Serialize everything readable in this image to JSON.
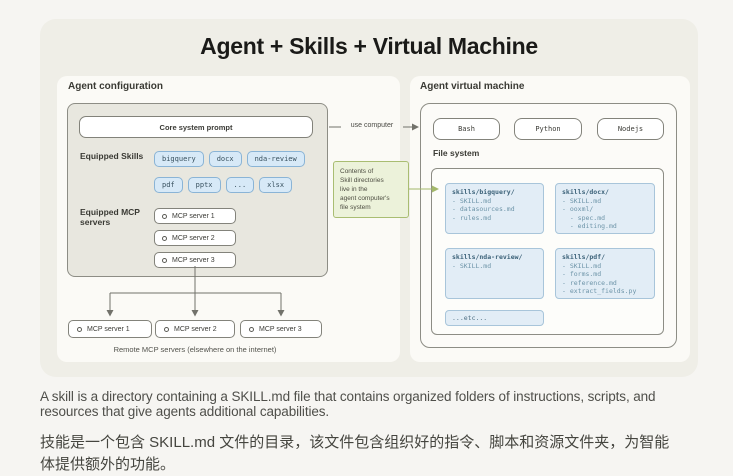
{
  "title": "Agent + Skills + Virtual Machine",
  "colors": {
    "page_bg": "#f6f5f2",
    "card_bg": "#efeee7",
    "panel_bg": "#fbfaf6",
    "chip_fill": "#d7e9f7",
    "chip_border": "#8ab4d6",
    "dir_card_fill": "#e2edf6",
    "dir_card_border": "#a8c5da",
    "note_fill": "#ecf2da",
    "note_border": "#a9bd72",
    "arrow_gray": "#72726b",
    "arrow_green": "#a3b86a"
  },
  "left_panel": {
    "label": "Agent configuration",
    "core_prompt": "Core system prompt",
    "skills_label": "Equipped Skills",
    "skills_row1": [
      "bigquery",
      "docx",
      "nda-review"
    ],
    "skills_row2": [
      "pdf",
      "pptx",
      "...",
      "xlsx"
    ],
    "mcp_label": "Equipped MCP servers",
    "equipped_mcp_servers": [
      "MCP server 1",
      "MCP server 2",
      "MCP server 3"
    ],
    "remote_mcp_servers": [
      "MCP server 1",
      "MCP server 2",
      "MCP server 3"
    ],
    "remote_caption": "Remote MCP servers (elsewhere on the internet)"
  },
  "middle": {
    "use_computer_label": "use computer",
    "note_lines": [
      "Contents of",
      "Skill directories",
      "live in the",
      "agent computer's",
      "file system"
    ]
  },
  "right_panel": {
    "label": "Agent virtual machine",
    "runtimes": [
      "Bash",
      "Python",
      "Nodejs"
    ],
    "file_system_label": "File system",
    "skill_dirs": [
      {
        "header": "skills/bigquery/",
        "items": [
          "- SKILL.md",
          "- datasources.md",
          "- rules.md"
        ]
      },
      {
        "header": "skills/docx/",
        "items": [
          "- SKILL.md",
          "- ooxml/",
          "  - spec.md",
          "  - editing.md"
        ]
      },
      {
        "header": "skills/nda-review/",
        "items": [
          "- SKILL.md"
        ]
      },
      {
        "header": "skills/pdf/",
        "items": [
          "- SKILL.md",
          "- forms.md",
          "- reference.md",
          "- extract_fields.py"
        ]
      }
    ],
    "etc_label": "...etc..."
  },
  "caption": {
    "english": "A skill is a directory containing a SKILL.md file that contains organized folders of instructions, scripts, and resources that give agents additional capabilities.",
    "chinese": "技能是一个包含 SKILL.md 文件的目录，该文件包含组织好的指令、脚本和资源文件夹，为智能体提供额外的功能。"
  }
}
